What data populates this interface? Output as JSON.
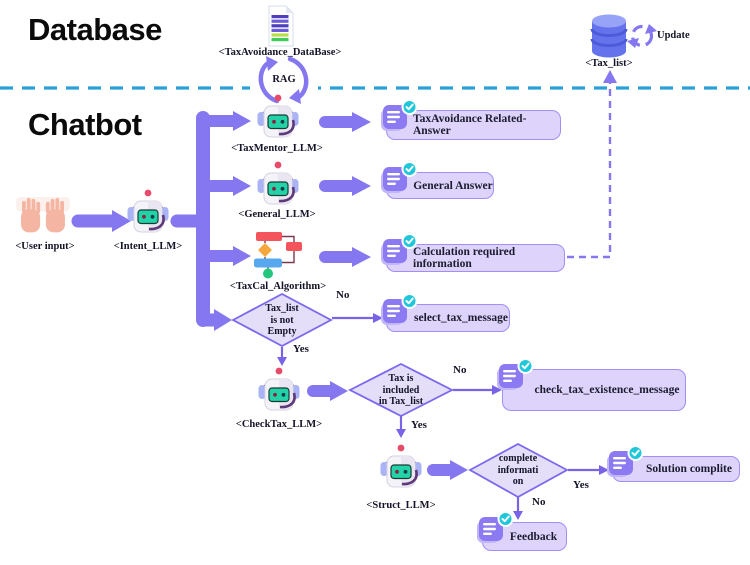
{
  "sections": {
    "database": "Database",
    "chatbot": "Chatbot"
  },
  "nodes": {
    "tax_db": {
      "label": "<TaxAvoidance_DataBase>",
      "icon": "document-icon"
    },
    "rag": {
      "label": "RAG",
      "icon": "cycle-arrows-icon"
    },
    "tax_list": {
      "label": "<Tax_list>",
      "update_label": "Update",
      "icon": "database-icon"
    },
    "user_input": {
      "label": "<User input>",
      "icon": "hands-typing-icon"
    },
    "intent": {
      "label": "<Intent_LLM>",
      "icon": "robot-icon"
    },
    "taxmentor": {
      "label": "<TaxMentor_LLM>",
      "icon": "robot-icon"
    },
    "general": {
      "label": "<General_LLM>",
      "icon": "robot-icon"
    },
    "taxcal": {
      "label": "<TaxCal_Algorithm>",
      "icon": "flowchart-icon"
    },
    "checktax": {
      "label": "<CheckTax_LLM>",
      "icon": "robot-icon"
    },
    "struct": {
      "label": "<Struct_LLM>",
      "icon": "robot-icon"
    }
  },
  "decisions": {
    "tax_list_not_empty": {
      "lines": [
        "Tax_list",
        "is not",
        "Empty"
      ],
      "no": "No",
      "yes": "Yes"
    },
    "tax_included": {
      "lines": [
        "Tax is",
        "included",
        "in Tax_list"
      ],
      "no": "No",
      "yes": "Yes"
    },
    "complete_information": {
      "lines": [
        "complete",
        "informati",
        "on"
      ],
      "no": "No",
      "yes": "Yes"
    }
  },
  "messages": {
    "tax_avoidance_answer": "TaxAvoidance Related-Answer",
    "general_answer": "General Answer",
    "calculation_info": "Calculation required information",
    "select_tax": "select_tax_message",
    "check_tax_existence": "check_tax_existence_message",
    "solution_complete": "Solution complite",
    "feedback": "Feedback"
  },
  "colors": {
    "arrow_purple": "#8577f0",
    "box_fill": "#ddd3fb",
    "box_border": "#a18ff5",
    "diamond_fill": "#e4def9",
    "diamond_border": "#7b68ee",
    "divider_blue": "#2aa0da",
    "badge_teal": "#1ec7da"
  }
}
